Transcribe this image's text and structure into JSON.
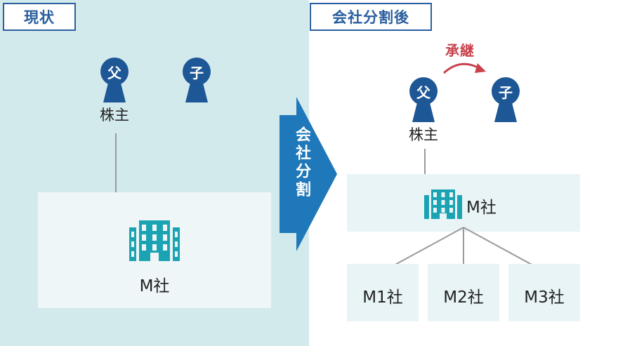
{
  "left": {
    "tab": "現状",
    "parent_glyph": "父",
    "child_glyph": "子",
    "shareholder": "株主",
    "company": "M社"
  },
  "arrow_label": "会社分割",
  "right": {
    "tab": "会社分割後",
    "inherit_label": "承継",
    "parent_glyph": "父",
    "child_glyph": "子",
    "shareholder": "株主",
    "company": "M社",
    "subsidiaries": [
      "M1社",
      "M2社",
      "M3社"
    ]
  },
  "colors": {
    "left_bg": "#d3eaec",
    "navy": "#1e5796",
    "teal_building": "#1ba3b3",
    "arrow_blue": "#1f78b9",
    "inherit_red": "#c8414b",
    "connector_gray": "#9a9a9a"
  },
  "icons": [
    "person-icon",
    "building-icon",
    "arrow-icon"
  ]
}
